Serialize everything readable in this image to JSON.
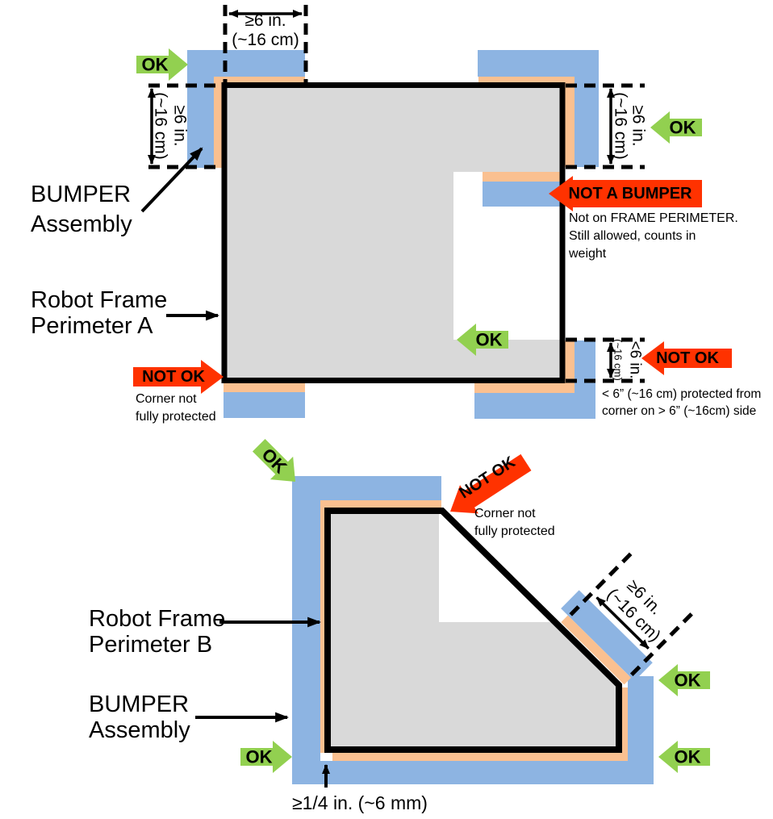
{
  "colors": {
    "bumper_blue": "#8DB4E2",
    "bumper_pad_orange": "#FAC090",
    "robot_gray": "#D9D9D9",
    "ok_green": "#92D050",
    "not_ok_red": "#FF3200",
    "line_black": "#000000"
  },
  "diagram_a": {
    "dim_top": {
      "l1": "≥6 in.",
      "l2": "(~16 cm)"
    },
    "dim_left": {
      "l1": "≥6 in.",
      "l2": "(~16 cm)"
    },
    "dim_right": {
      "l1": "≥6 in.",
      "l2": "(~16 cm)"
    },
    "dim_corner": {
      "l1": "<6 in.",
      "l2": "(~16 cm)"
    },
    "ok_top_left": "OK",
    "ok_top_right": "OK",
    "ok_notch": "OK",
    "not_ok_bottom_left": "NOT OK",
    "not_ok_bottom_right": "NOT OK",
    "not_a_bumper": "NOT A BUMPER",
    "nab_caption": [
      "Not on FRAME PERIMETER.",
      "Still allowed, counts in",
      "weight"
    ],
    "corner_caption": [
      "Corner not",
      "fully protected"
    ],
    "partial_caption": [
      "< 6” (~16 cm) protected from",
      "corner on > 6” (~16cm) side"
    ],
    "bumper_label": [
      "BUMPER",
      "Assembly"
    ],
    "frame_label": [
      "Robot Frame",
      "Perimeter A"
    ]
  },
  "diagram_b": {
    "ok_top_left": "OK",
    "ok_right_upper": "OK",
    "ok_right_lower": "OK",
    "ok_bottom_left": "OK",
    "not_ok": "NOT OK",
    "corner_caption": [
      "Corner not",
      "fully protected"
    ],
    "dim_diagonal": {
      "l1": "≥6 in.",
      "l2": "(~16 cm)"
    },
    "frame_label": [
      "Robot Frame",
      "Perimeter B"
    ],
    "bumper_label": [
      "BUMPER",
      "Assembly"
    ],
    "gap_label": "≥1/4 in. (~6 mm)"
  }
}
